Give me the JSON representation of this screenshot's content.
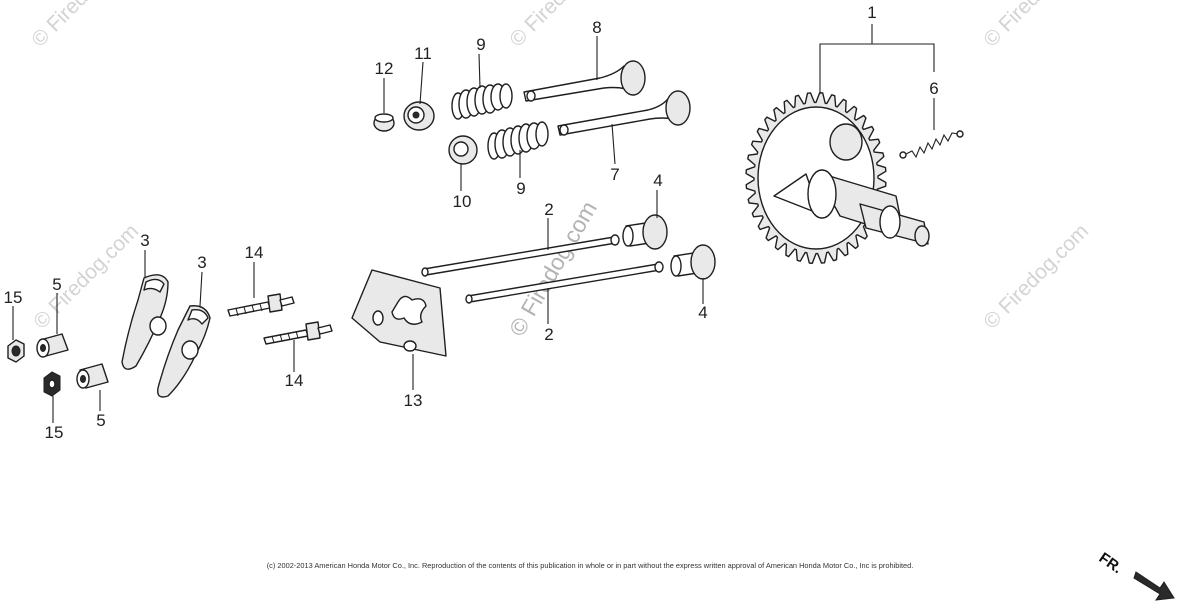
{
  "watermark": "© Firedog.com",
  "copyright": "(c) 2002-2013 American Honda Motor Co., Inc. Reproduction of the contents of this publication in whole or in part without the express written approval of American Honda Motor Co., Inc is prohibited.",
  "direction_label": "FR.",
  "callouts": {
    "c1": "1",
    "c2a": "2",
    "c2b": "2",
    "c3a": "3",
    "c3b": "3",
    "c4a": "4",
    "c4b": "4",
    "c5a": "5",
    "c5b": "5",
    "c6": "6",
    "c7": "7",
    "c8": "8",
    "c9a": "9",
    "c9b": "9",
    "c10": "10",
    "c11": "11",
    "c12": "12",
    "c13": "13",
    "c14a": "14",
    "c14b": "14",
    "c15a": "15",
    "c15b": "15"
  },
  "parts": [
    {
      "ref": "1",
      "name": "camshaft-gear"
    },
    {
      "ref": "2",
      "name": "push-rod"
    },
    {
      "ref": "3",
      "name": "rocker-arm"
    },
    {
      "ref": "4",
      "name": "valve-lifter"
    },
    {
      "ref": "5",
      "name": "pivot-adjusting-nut"
    },
    {
      "ref": "6",
      "name": "decompressor-spring"
    },
    {
      "ref": "7",
      "name": "exhaust-valve"
    },
    {
      "ref": "8",
      "name": "intake-valve"
    },
    {
      "ref": "9",
      "name": "valve-spring"
    },
    {
      "ref": "10",
      "name": "valve-spring-retainer"
    },
    {
      "ref": "11",
      "name": "valve-stem-seal"
    },
    {
      "ref": "12",
      "name": "valve-cap"
    },
    {
      "ref": "13",
      "name": "push-rod-guide-plate"
    },
    {
      "ref": "14",
      "name": "rocker-arm-pivot-bolt"
    },
    {
      "ref": "15",
      "name": "lock-nut"
    }
  ]
}
